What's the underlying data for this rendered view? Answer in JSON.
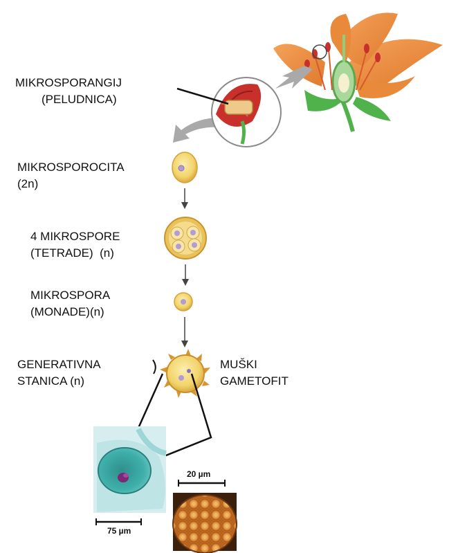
{
  "labels": {
    "mikrosporangij": {
      "line1": "MIKROSPORANGIJ",
      "line2": "(PELUDNICA)"
    },
    "mikrosporocita": {
      "line1": "MIKROSPOROCITA",
      "line2": "(2n)"
    },
    "mikrospore": {
      "line1": "4 MIKROSPORE",
      "line2": "(TETRADE)  (n)"
    },
    "mikrospora": {
      "line1": "MIKROSPORA",
      "line2": "(MONADE)(n)"
    },
    "generativna": {
      "line1": "GENERATIVNA",
      "line2": "STANICA (n)"
    },
    "gametofit": {
      "line1": "MUŠKI",
      "line2": "GAMETOFIT"
    }
  },
  "scale_bars": {
    "micrograph": "75 µm",
    "sem": "20 µm"
  },
  "colors": {
    "petal": "#e88a3c",
    "anther": "#c8302c",
    "cell_fill": "#f2d46a",
    "cell_border": "#d8a63a",
    "nucleus": "#b9a6d6",
    "micrograph": "#3aa7a3",
    "sem": "#c7752a"
  }
}
